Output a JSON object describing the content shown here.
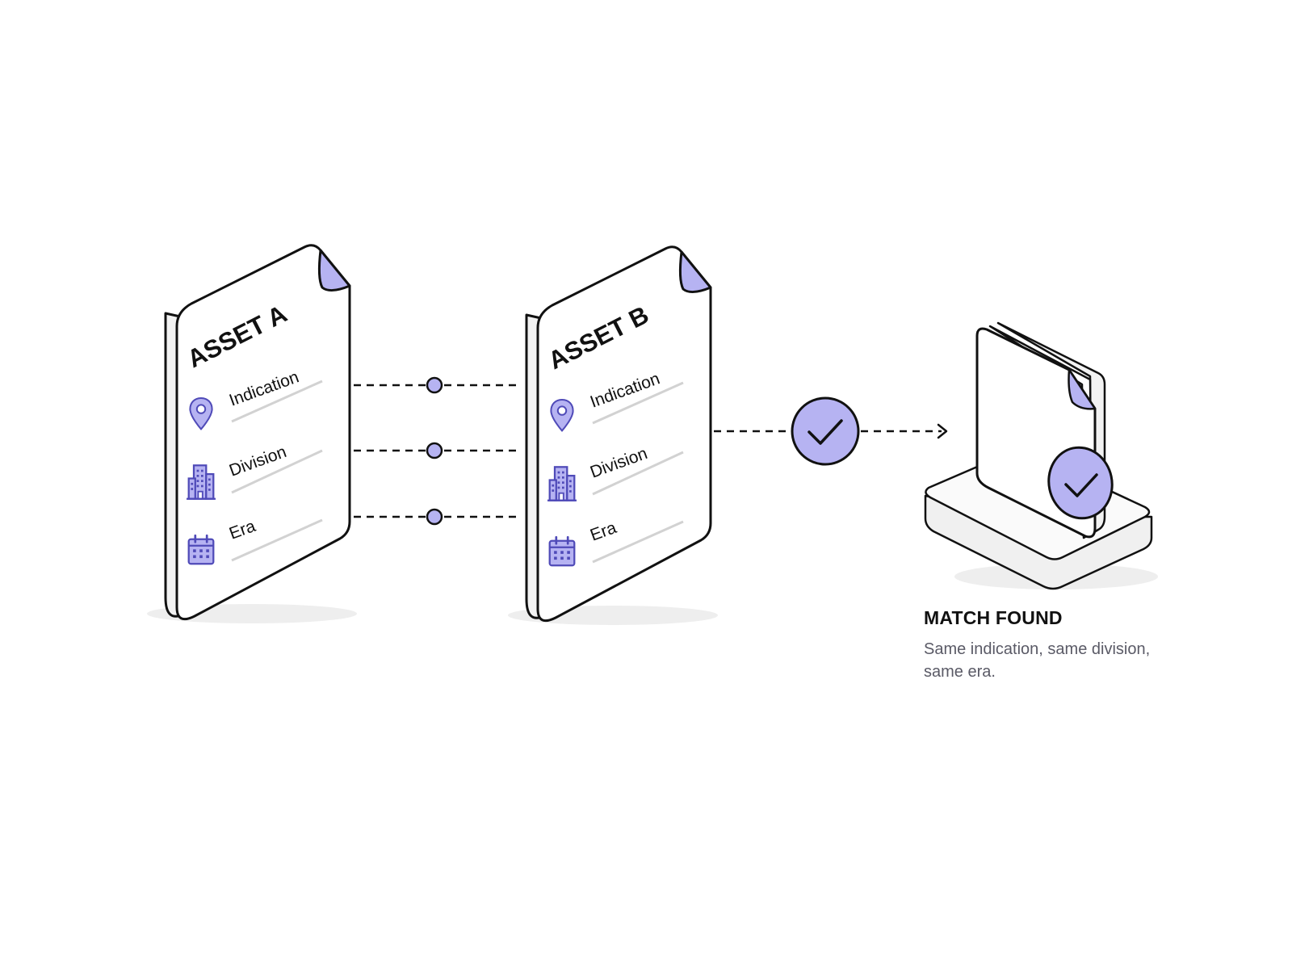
{
  "colors": {
    "accent_fill": "#b6b3f2",
    "accent_stroke": "#4f4ab8",
    "ink": "#111111",
    "line": "#cfcfcf",
    "muted_text": "#5a5a66"
  },
  "asset_a": {
    "title": "ASSET A",
    "fields": [
      {
        "label": "Indication",
        "icon": "map-pin-icon"
      },
      {
        "label": "Division",
        "icon": "building-icon"
      },
      {
        "label": "Era",
        "icon": "calendar-icon"
      }
    ]
  },
  "asset_b": {
    "title": "ASSET B",
    "fields": [
      {
        "label": "Indication",
        "icon": "map-pin-icon"
      },
      {
        "label": "Division",
        "icon": "building-icon"
      },
      {
        "label": "Era",
        "icon": "calendar-icon"
      }
    ]
  },
  "result": {
    "title": "MATCH FOUND",
    "description": "Same indication, same division, same era."
  }
}
